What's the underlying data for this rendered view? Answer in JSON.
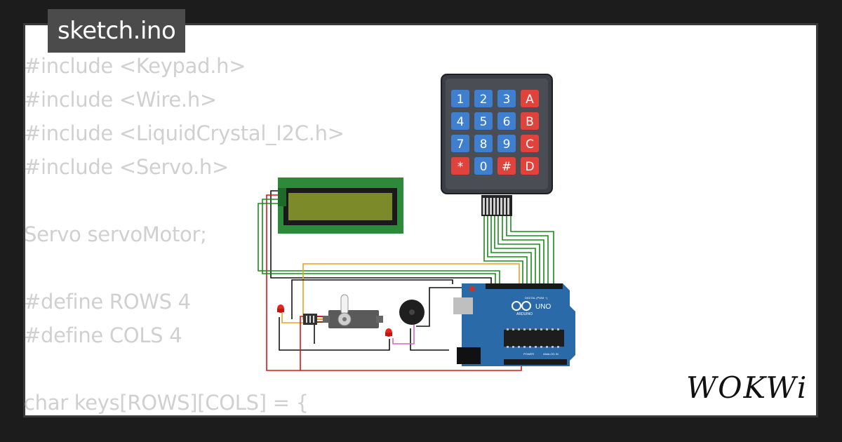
{
  "header": {
    "filename": "sketch.ino"
  },
  "code_lines": [
    "#include <Keypad.h>",
    "#include <Wire.h>",
    "#include <LiquidCrystal_I2C.h>",
    "#include <Servo.h>",
    "",
    "Servo servoMotor;",
    "",
    "#define ROWS 4",
    "#define COLS 4",
    "",
    "char keys[ROWS][COLS] = {"
  ],
  "keypad": {
    "rows": [
      [
        "1",
        "2",
        "3",
        "A"
      ],
      [
        "4",
        "5",
        "6",
        "B"
      ],
      [
        "7",
        "8",
        "9",
        "C"
      ],
      [
        "*",
        "0",
        "#",
        "D"
      ]
    ]
  },
  "arduino": {
    "brand": "ARDUINO",
    "model": "UNO",
    "digital_label": "DIGITAL (PWM ~)",
    "power_label": "POWER",
    "analog_label": "ANALOG IN"
  },
  "brand": {
    "logo": "WOKWi"
  },
  "colors": {
    "key_blue": "#3f7fd0",
    "key_red": "#e0423c",
    "board_blue": "#2a6aa8",
    "lcd_green": "#2d8a3a",
    "wire_green": "#1a8c1a",
    "wire_red": "#d41919",
    "wire_orange": "#f0a020",
    "wire_black": "#111111",
    "wire_pink": "#e060c0"
  }
}
